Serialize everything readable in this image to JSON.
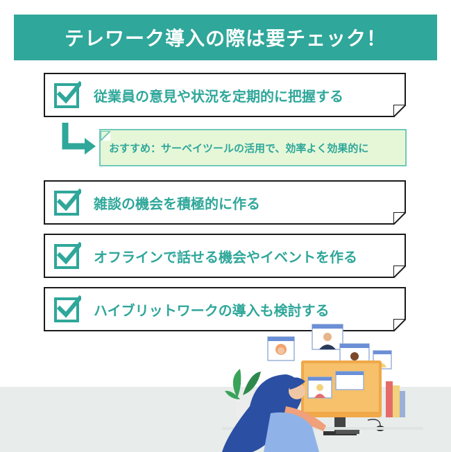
{
  "banner": {
    "title": "テレワーク導入の際は要チェック！"
  },
  "items": [
    {
      "label": "従業員の意見や状況を定期的に把握する"
    },
    {
      "label": "雑談の機会を積極的に作る"
    },
    {
      "label": "オフラインで話せる機会やイベントを作る"
    },
    {
      "label": "ハイブリットワークの導入も検討する"
    }
  ],
  "recommendation": {
    "text": "おすすめ：サーベイツールの活用で、効率よく効果的に"
  },
  "colors": {
    "accent": "#2fa79a",
    "sub_bg": "#e6f7d8",
    "border": "#1a1a1a",
    "floor": "#e8ecea"
  },
  "icons": [
    "checkbox-checked-icon",
    "elbow-arrow-icon"
  ]
}
